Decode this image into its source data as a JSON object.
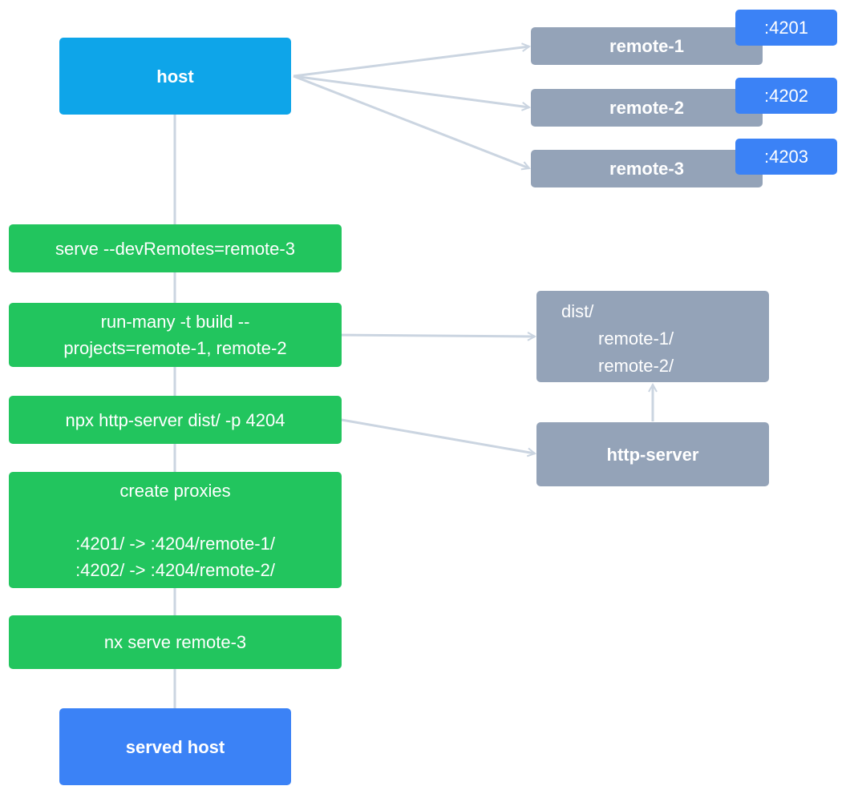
{
  "nodes": {
    "host": "host",
    "remote_1": "remote-1",
    "remote_2": "remote-2",
    "remote_3": "remote-3",
    "port_1": ":4201",
    "port_2": ":4202",
    "port_3": ":4203",
    "serve": "serve --devRemotes=remote-3",
    "run_many": "run-many -t build --\nprojects=remote-1, remote-2",
    "npx": "npx http-server dist/ -p 4204",
    "create_proxies": "create proxies\n\n:4201/ -> :4204/remote-1/\n:4202/ -> :4204/remote-2/",
    "nx_serve": "nx serve remote-3",
    "served_host": "served host",
    "dist": {
      "root": "dist/",
      "items": [
        "remote-1/",
        "remote-2/"
      ]
    },
    "http_server": "http-server"
  },
  "colors": {
    "host": "#0ea5e9",
    "step": "#22c55e",
    "remote": "#94a3b8",
    "port": "#3b82f6",
    "served_host": "#3b82f6",
    "connector": "#cbd5e1"
  }
}
